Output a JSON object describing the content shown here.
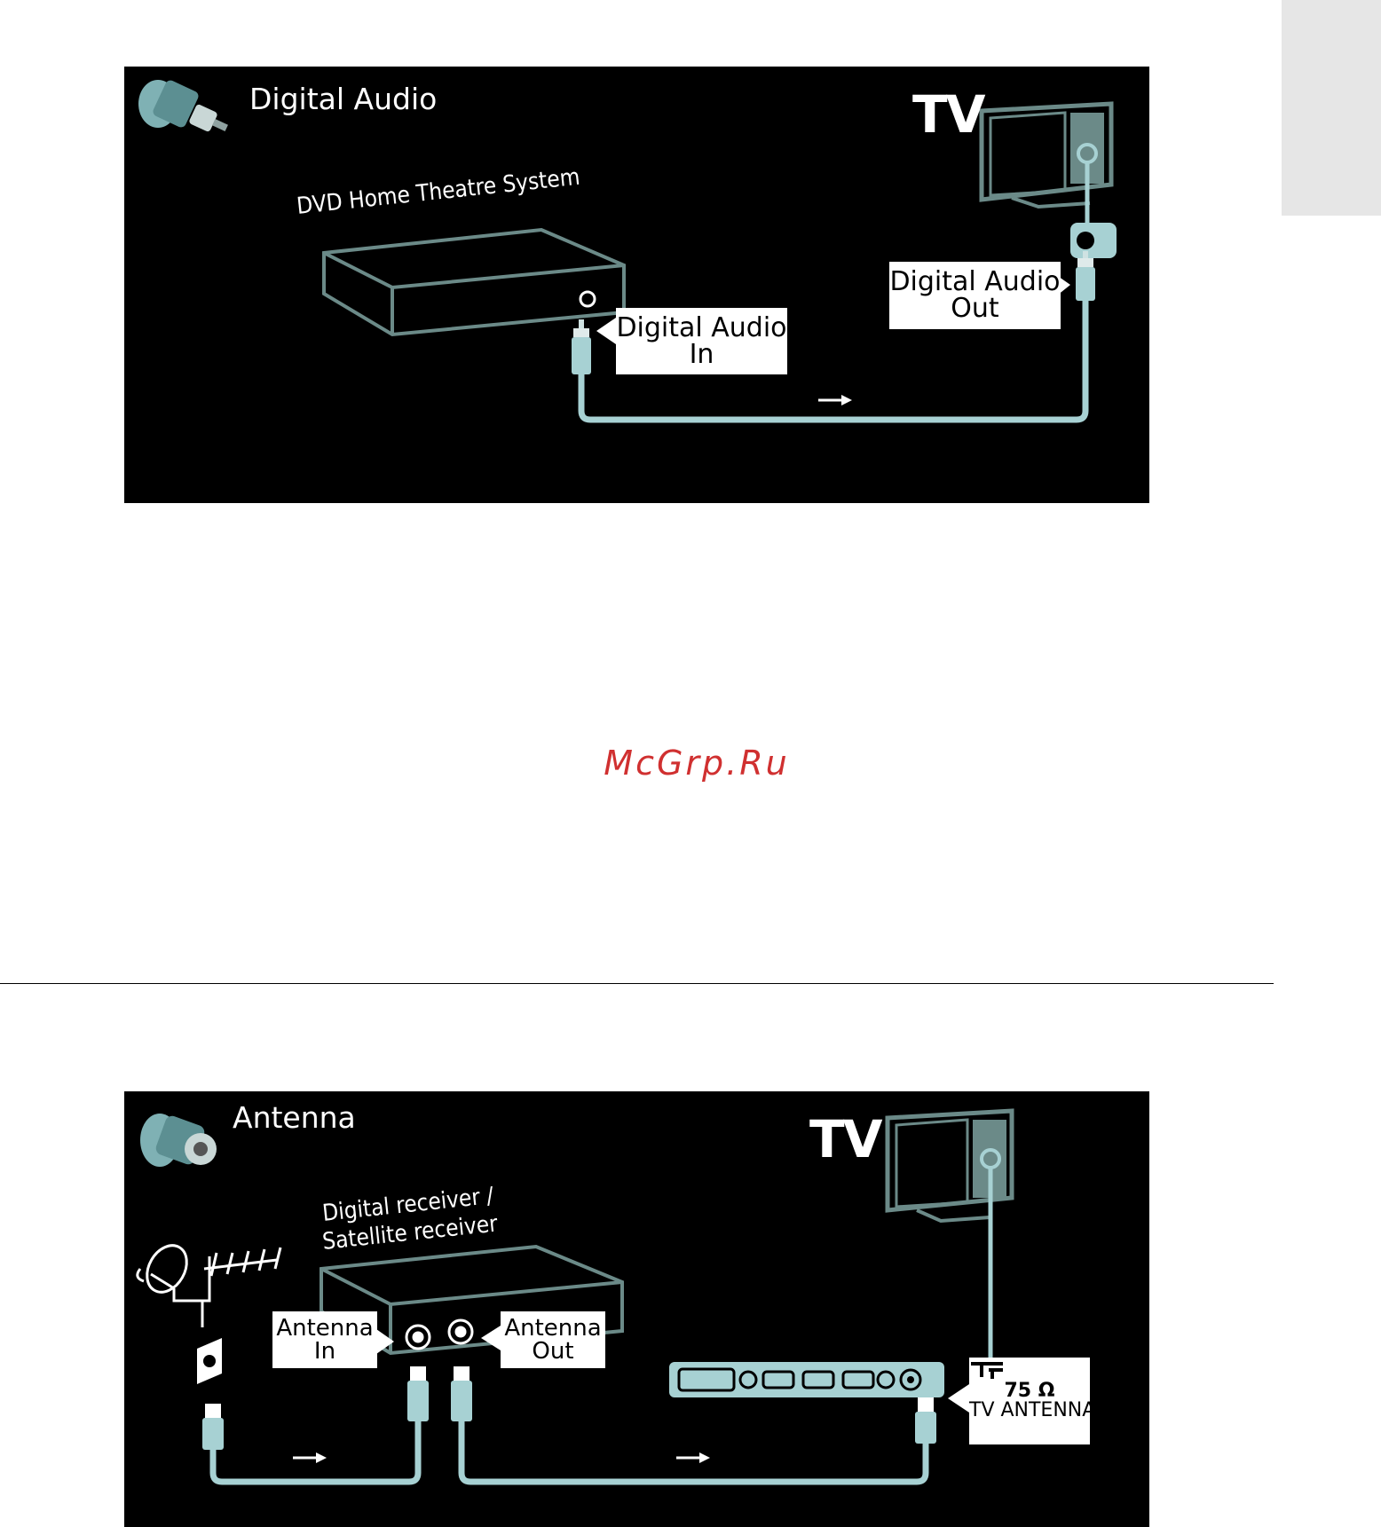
{
  "diagram1": {
    "title": "Digital Audio",
    "tv_label": "TV",
    "device_label": "DVD Home Theatre System",
    "callout_in": {
      "line1": "Digital Audio",
      "line2": "In"
    },
    "callout_out": {
      "line1": "Digital Audio",
      "line2": "Out"
    }
  },
  "watermark": "McGrp.Ru",
  "diagram2": {
    "title": "Antenna",
    "tv_label": "TV",
    "device_label_line1": "Digital receiver /",
    "device_label_line2": "Satellite receiver",
    "callout_in": {
      "line1": "Antenna",
      "line2": "In"
    },
    "callout_out": {
      "line1": "Antenna",
      "line2": "Out"
    },
    "tv_antenna": {
      "impedance": "75 Ω",
      "label": "TV ANTENNA"
    }
  },
  "colors": {
    "panel_bg": "#000000",
    "cable": "#a7d1d3",
    "device_outline": "#6b8a88",
    "tab": "#e6e6e6",
    "watermark": "#d03030"
  }
}
